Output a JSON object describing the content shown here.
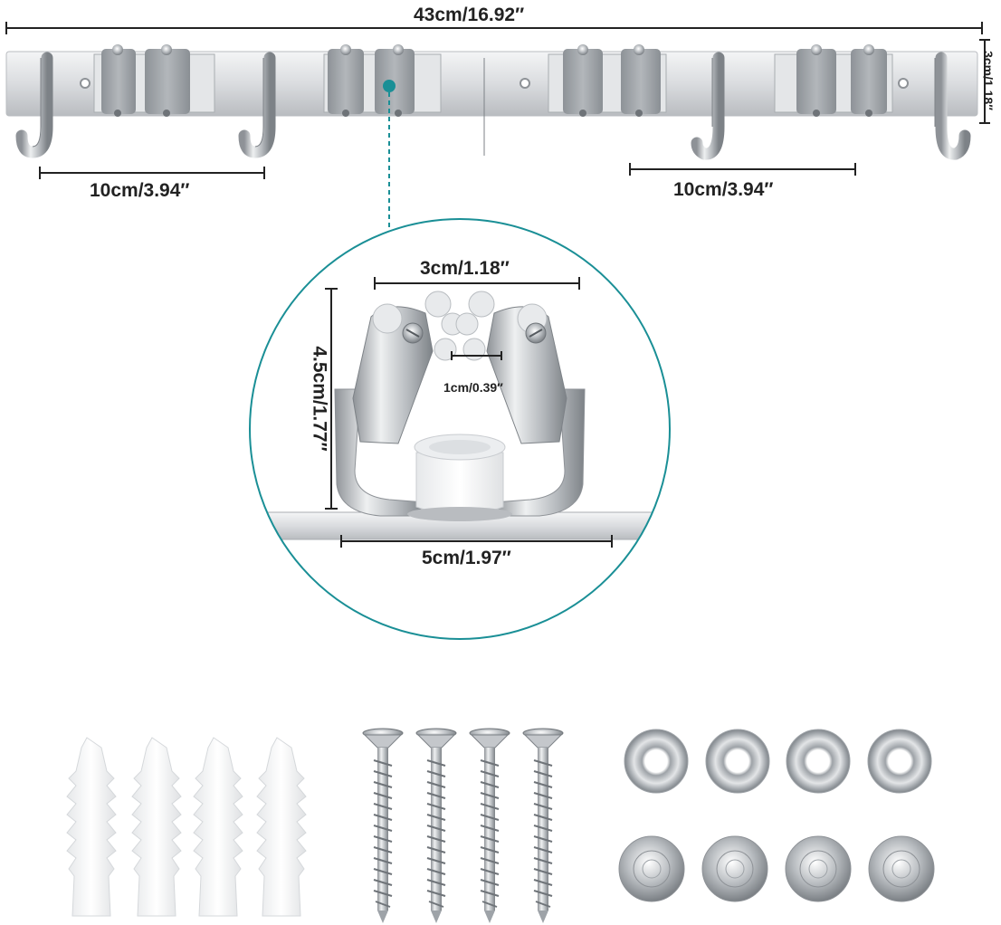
{
  "dimensions": {
    "total_length": "43cm/16.92″",
    "rack_height": "3cm/1.18″",
    "hook_spacing_left": "10cm/3.94″",
    "hook_spacing_right": "10cm/3.94″",
    "clip_width": "3cm/1.18″",
    "clip_height": "4.5cm/1.77″",
    "roller_gap": "1cm/0.39″",
    "clip_base": "5cm/1.97″"
  },
  "hardware": {
    "wall_anchors": 4,
    "screws": 4,
    "washers": 4,
    "screw_caps": 4
  },
  "colors": {
    "callout_accent": "#1a8f96",
    "steel": "#c9ccd0",
    "roller": "#9ea3a8",
    "dimension_line": "#222222"
  }
}
